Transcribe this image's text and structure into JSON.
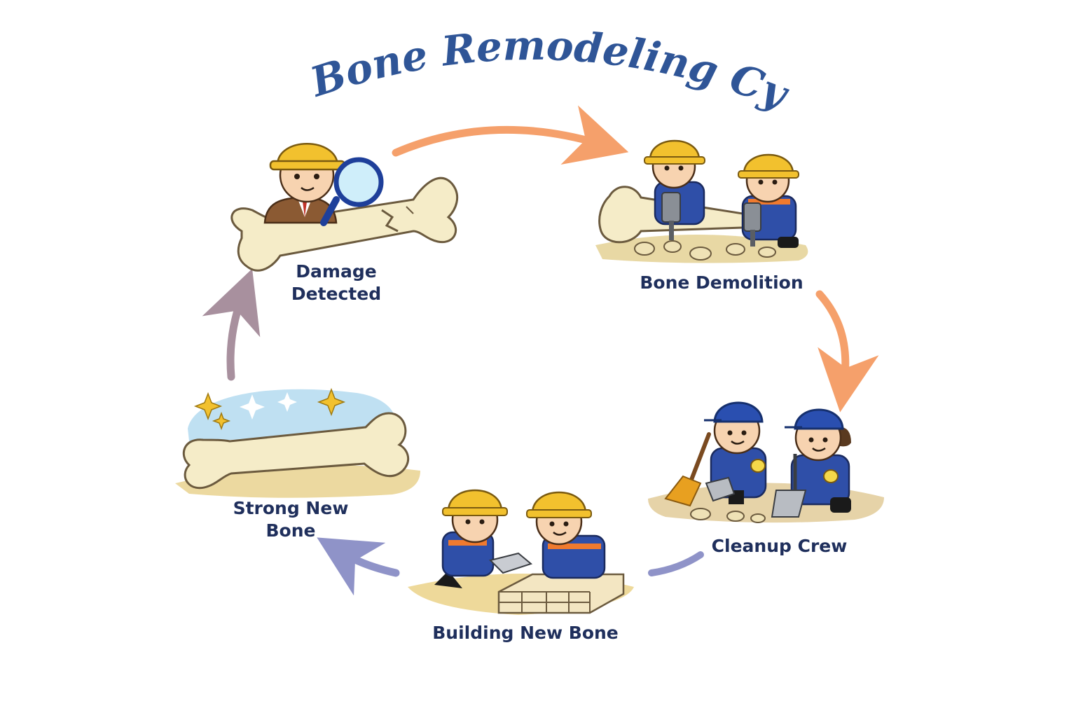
{
  "title": "The Bone Remodeling Cycle",
  "steps": [
    {
      "id": "damage",
      "lines": [
        "Damage",
        "Detected"
      ]
    },
    {
      "id": "demolition",
      "lines": [
        "Bone Demolition"
      ]
    },
    {
      "id": "cleanup",
      "lines": [
        "Cleanup Crew"
      ]
    },
    {
      "id": "building",
      "lines": [
        "Building New Bone"
      ]
    },
    {
      "id": "strong",
      "lines": [
        "Strong New",
        "Bone"
      ]
    }
  ],
  "colors": {
    "title": "#2f5597",
    "label": "#1f2f5c",
    "arrow_orange": "#f5a06b",
    "arrow_blue": "#8f93c8",
    "arrow_mauve": "#a8909e",
    "bone": "#f5ecc8",
    "bone_outline": "#6b5a3e",
    "hardhat": "#f2c12e",
    "worker_blue": "#2f4fa8",
    "cap_blue": "#2a4fb0",
    "sand": "#ecd9a0",
    "glow": "#bfe0f2",
    "sparkle": "#f2c12e"
  },
  "icons": [
    "hardhat-icon",
    "magnifier-icon",
    "jackhammer-icon",
    "broom-icon",
    "dustpan-icon",
    "brick-icon",
    "sparkle-icon"
  ]
}
